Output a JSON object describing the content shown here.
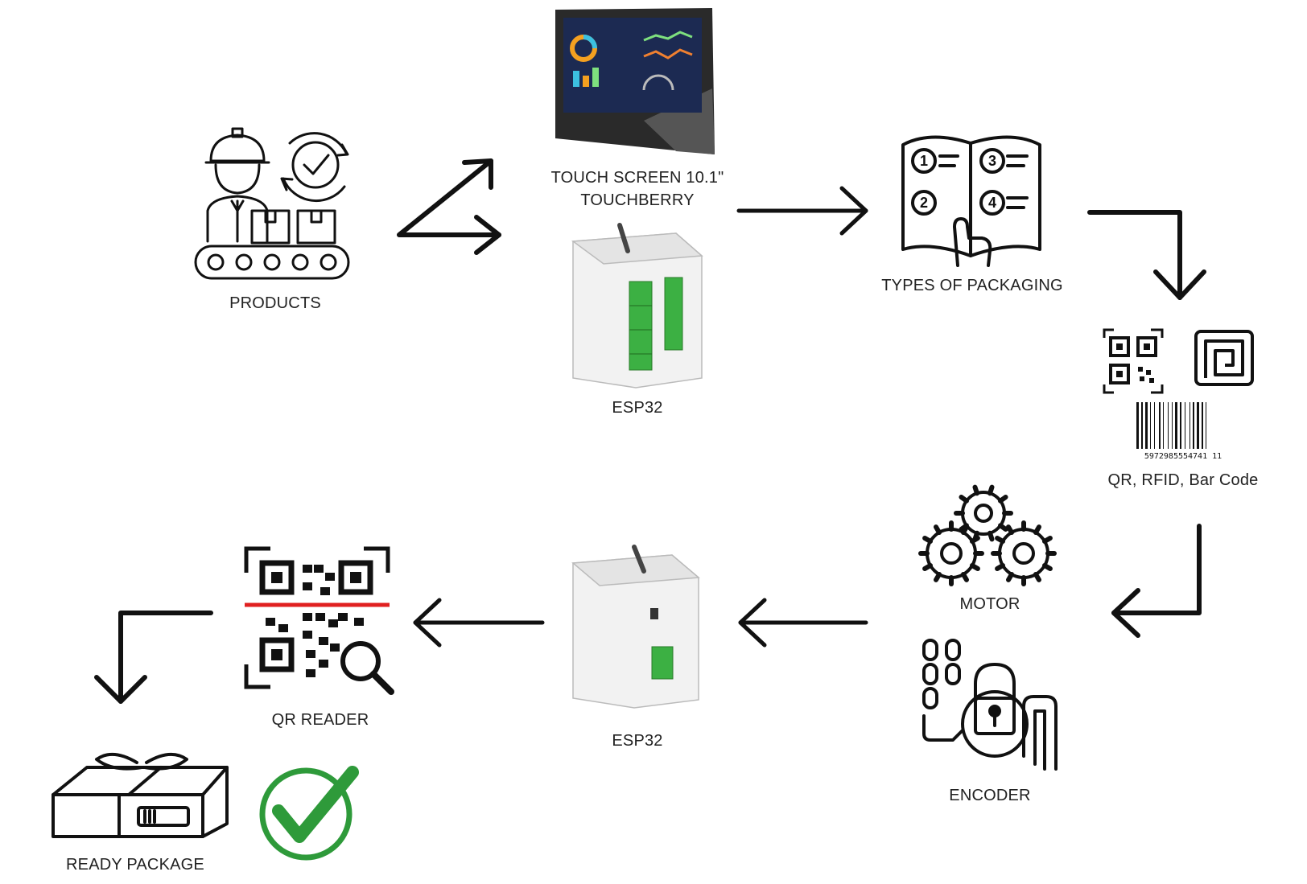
{
  "nodes": {
    "products": "PRODUCTS",
    "touch_screen_line1": "TOUCH SCREEN 10.1\"",
    "touch_screen_line2": "TOUCHBERRY",
    "esp32_top": "ESP32",
    "types_of_packaging": "TYPES OF PACKAGING",
    "codes": "QR, RFID, Bar Code",
    "barcode_number": "5972985554741 11",
    "motor": "MOTOR",
    "encoder": "ENCODER",
    "esp32_bottom": "ESP32",
    "qr_reader": "QR READER",
    "ready_package": "READY PACKAGE"
  },
  "colors": {
    "line": "#111111",
    "accent_red": "#e02020",
    "check_green": "#2e9a3a",
    "terminal_green": "#3cb043"
  }
}
